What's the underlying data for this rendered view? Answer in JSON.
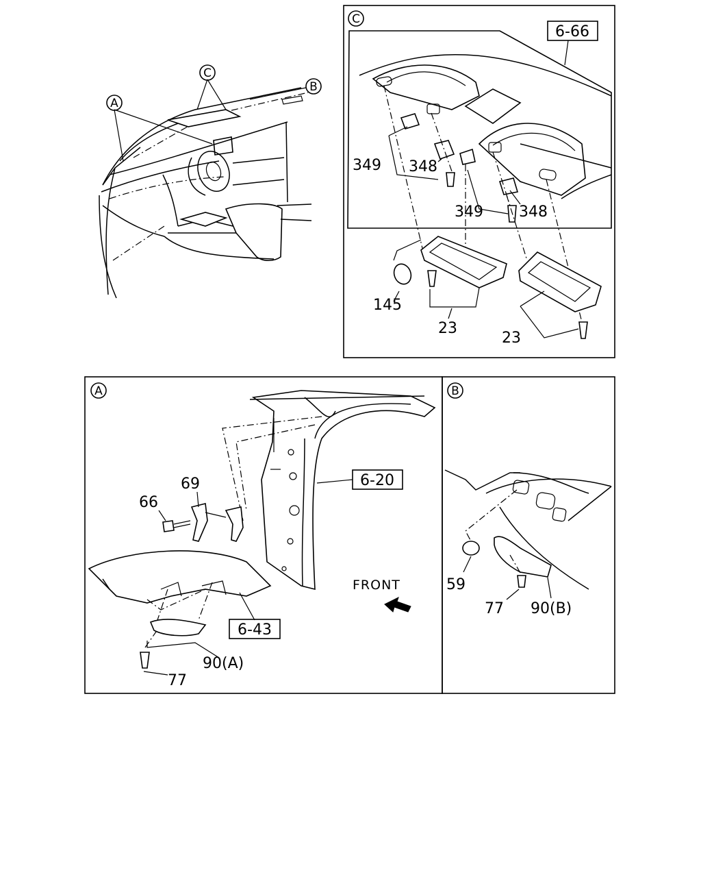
{
  "panels": {
    "overview": {
      "label_a": "A",
      "label_b": "B",
      "label_c": "C"
    },
    "c": {
      "marker": "C",
      "ref_6_66": "6-66",
      "p349_left": "349",
      "p348_left": "348",
      "p349_right": "349",
      "p348_right": "348",
      "p145": "145",
      "p23_left": "23",
      "p23_right": "23"
    },
    "a": {
      "marker": "A",
      "ref_6_20": "6-20",
      "ref_6_43": "6-43",
      "p69": "69",
      "p66": "66",
      "p77": "77",
      "p90a": "90(A)",
      "front": "FRONT"
    },
    "b": {
      "marker": "B",
      "p59": "59",
      "p77": "77",
      "p90b": "90(B)"
    }
  }
}
